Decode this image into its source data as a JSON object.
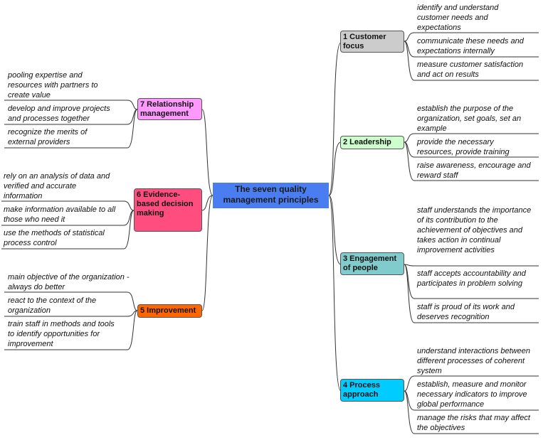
{
  "center": {
    "title": "The seven quality management principles"
  },
  "principles": [
    {
      "label": "1 Customer focus",
      "color": "#cccccc",
      "items": [
        "identify and understand customer needs and expectations",
        "communicate these needs and expectations internally",
        "measure customer satisfaction and act on results"
      ]
    },
    {
      "label": "2 Leadership",
      "color": "#ccffcc",
      "items": [
        "establish the purpose of the organization, set goals, set an example",
        "provide the necessary resources, provide training",
        "raise awareness, encourage and reward staff"
      ]
    },
    {
      "label": "3 Engagement of people",
      "color": "#80cccc",
      "items": [
        "staff understands the importance of its contribution to the achievement of objectives and takes action in continual improvement activities",
        "staff accepts accountability and participates in problem solving",
        "staff is proud of its work and deserves recognition"
      ]
    },
    {
      "label": "4 Process approach",
      "color": "#00ccff",
      "items": [
        "understand interactions between different processes of coherent system",
        "establish, measure and monitor necessary indicators to improve global performance",
        "manage the risks that may affect the objectives"
      ]
    },
    {
      "label": "5 Improvement",
      "color": "#ff6600",
      "items": [
        "main objective of the organization - always do better",
        "react to the context of the organization",
        "train staff in methods and tools to identify opportunities for improvement"
      ]
    },
    {
      "label": "6 Evidence-based decision making",
      "color": "#ff4d80",
      "items": [
        "rely on an analysis of data and verified and accurate information",
        "make information available to all those who need it",
        "use the methods of statistical process control"
      ]
    },
    {
      "label": "7 Relationship management",
      "color": "#ff99ff",
      "items": [
        "pooling expertise and resources with partners to create value",
        "develop and improve projects and processes together",
        "recognize the merits of external providers"
      ]
    }
  ]
}
